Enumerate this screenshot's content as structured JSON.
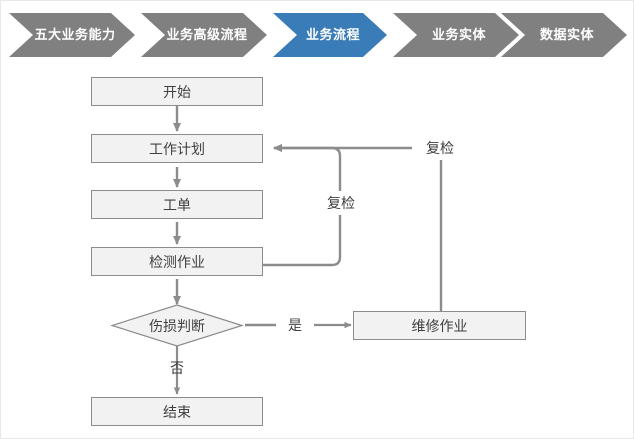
{
  "breadcrumb": {
    "active_color": "#3a7cb8",
    "inactive_color": "#808080",
    "text_color": "#ffffff",
    "items": [
      {
        "label": "五大业务能力",
        "active": false
      },
      {
        "label": "业务高级流程",
        "active": false
      },
      {
        "label": "业务流程",
        "active": true
      },
      {
        "label": "业务实体",
        "active": false
      },
      {
        "label": "数据实体",
        "active": false
      }
    ]
  },
  "flowchart": {
    "node_fill": "#f2f2f2",
    "node_border": "#8c8c8c",
    "connector_color": "#8c8c8c",
    "text_color": "#404040",
    "nodes": [
      {
        "id": "start",
        "label": "开始",
        "shape": "rect"
      },
      {
        "id": "workplan",
        "label": "工作计划",
        "shape": "rect"
      },
      {
        "id": "workorder",
        "label": "工单",
        "shape": "rect"
      },
      {
        "id": "inspect",
        "label": "检测作业",
        "shape": "rect"
      },
      {
        "id": "decision",
        "label": "伤损判断",
        "shape": "diamond"
      },
      {
        "id": "repair",
        "label": "维修作业",
        "shape": "rect"
      },
      {
        "id": "end",
        "label": "结束",
        "shape": "rect"
      }
    ],
    "edge_labels": {
      "yes": "是",
      "no": "否",
      "recheck_inner": "复检",
      "recheck_outer": "复检"
    }
  }
}
